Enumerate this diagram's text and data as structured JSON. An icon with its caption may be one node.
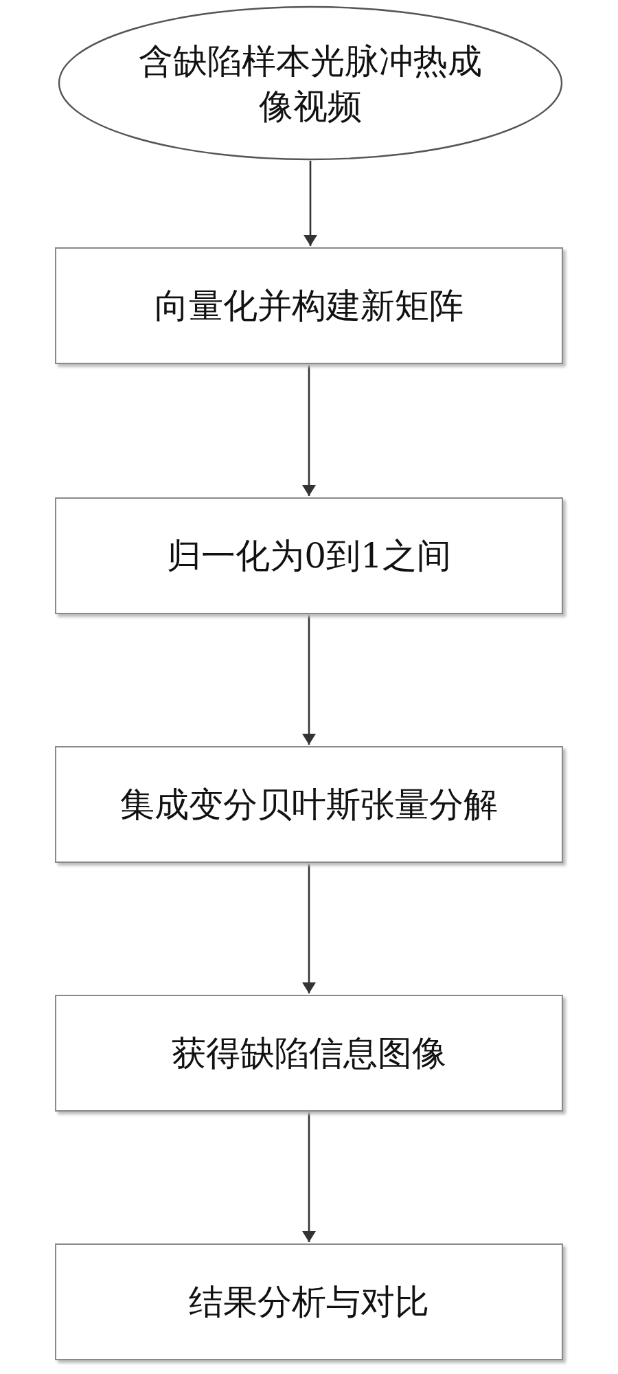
{
  "diagram": {
    "nodes": [
      {
        "text": [
          "含缺陷样本光脉冲热成像视频"
        ]
      },
      {
        "text": [
          "向量化并构建新矩阵"
        ]
      },
      {
        "text": [
          "归一化为0到1之间"
        ]
      },
      {
        "text": [
          "集成变分贝叶斯张量分解"
        ]
      },
      {
        "text": [
          "获得缺陷信息图像"
        ]
      },
      {
        "text": [
          "结果分析与对比"
        ]
      }
    ],
    "edges": [
      {
        "from": 0,
        "to": 1,
        "arrow": "to"
      },
      {
        "from": 1,
        "to": 2,
        "arrow": "to"
      },
      {
        "from": 2,
        "to": 3,
        "arrow": "to"
      },
      {
        "from": 3,
        "to": 4,
        "arrow": "to"
      },
      {
        "from": 4,
        "to": 5,
        "arrow": "to"
      }
    ]
  }
}
